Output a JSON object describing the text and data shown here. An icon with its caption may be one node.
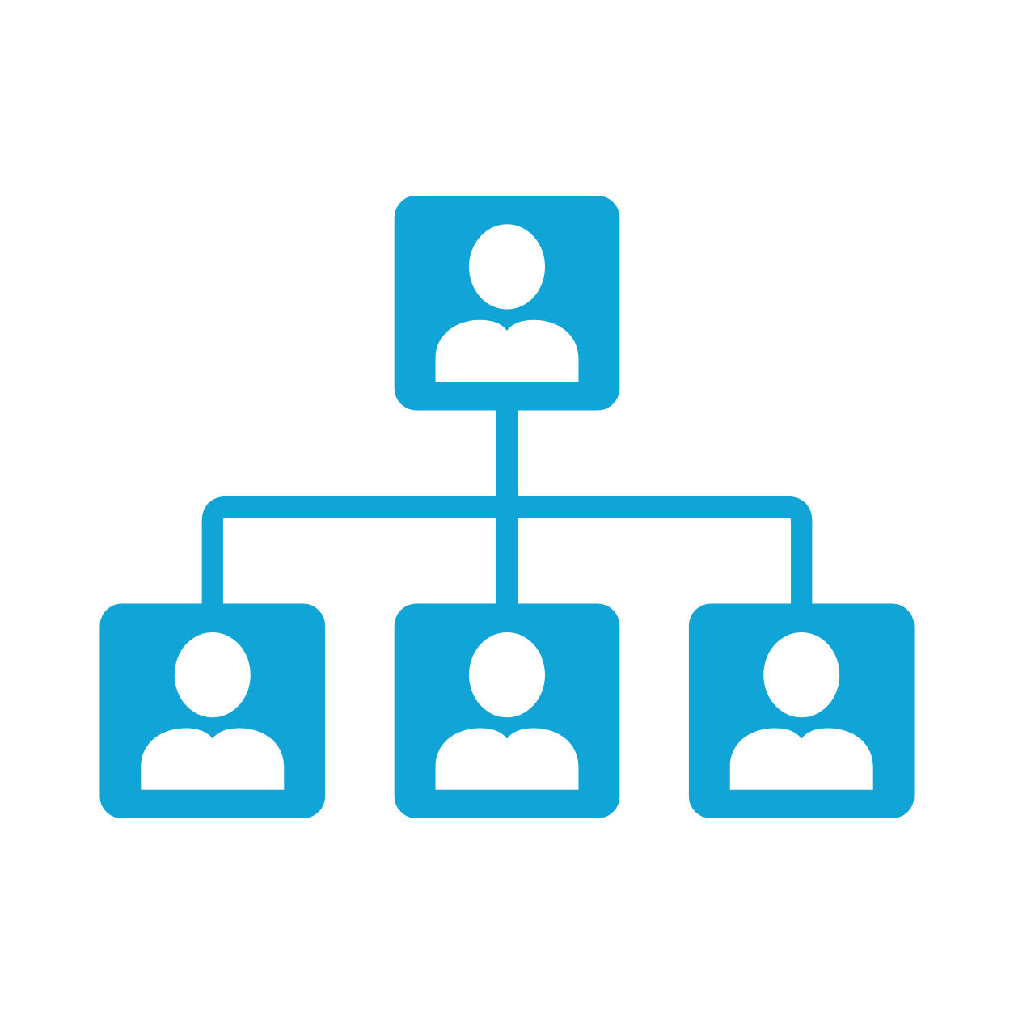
{
  "diagram": {
    "nodes": [
      {
        "text": [],
        "shape": "person"
      },
      {
        "text": [],
        "shape": "person"
      },
      {
        "text": [],
        "shape": "person"
      },
      {
        "text": [],
        "shape": "person"
      }
    ],
    "edges": [
      {
        "from": 0,
        "to": 1,
        "arrow": "none"
      },
      {
        "from": 0,
        "to": 2,
        "arrow": "none"
      },
      {
        "from": 0,
        "to": 3,
        "arrow": "none"
      }
    ]
  }
}
